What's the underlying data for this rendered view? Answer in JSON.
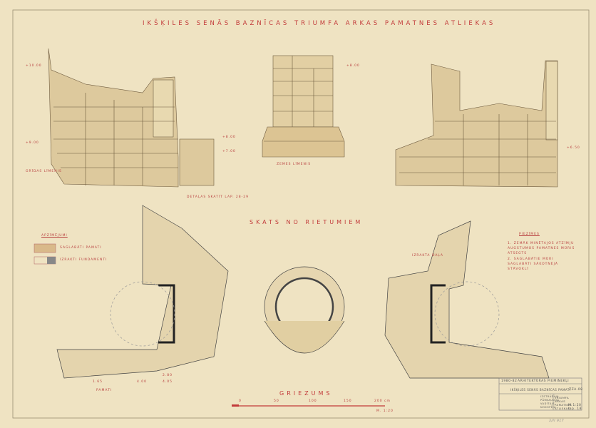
{
  "title": "IKŠĶILES SENĀS BAZNĪCAS TRIUMFA ARKAS PAMATNES ATLIEKAS",
  "view_label": "SKATS NO RIETUMIEM",
  "section_label": "GRIEZUMS",
  "legend": {
    "title": "APZĪMĒJUMI",
    "items": [
      "SAGLABĀTI PAMATI",
      "IZRAKTI FUNDAMENTI"
    ]
  },
  "notes": {
    "title": "PIEZĪMES",
    "items": [
      "1. ZEMĀK MINĒTAJOS ATZĪMJU AUGSTUMOS PAMATNES MŪRIS ATSEGTS",
      "2. SAGLABĀTIE MŪRI SAGLABĀTI SĀKOTNĒJĀ STĀVOKLĪ"
    ]
  },
  "annotations": {
    "elevation_marks": [
      "+10.00",
      "+9.00",
      "+8.00",
      "+8.00",
      "+7.00",
      "+6.50"
    ],
    "left_note": "GRĪDAS LĪMENIS",
    "center_note": "ZEMES LĪMENIS",
    "bottom_note": "DETAĻAS SKATĪT LAP. 28-29",
    "dimensions": [
      "1.65",
      "4.00",
      "2.80",
      "4.05"
    ],
    "section_note": "PAMATI",
    "right_note": "IZRAKTA DAĻA"
  },
  "scale": {
    "ticks": [
      "0",
      "50",
      "100",
      "150",
      "200 cm"
    ],
    "ratio": "M. 1:20"
  },
  "title_block": {
    "date": "1980-82",
    "org": "ARHITEKTŪRAS PIEMINEKĻI",
    "object": "IKŠĶILES SENĀS BAZNĪCAS PAMATI",
    "code": "ZZA-08",
    "roles": [
      "IZSTRĀDĀJA",
      "PĀRBAUDĪJA",
      "VADĪTĀJS",
      "NOKOPĒJA"
    ],
    "sheet_title": "TRIUMFA ARKAS PAMATNES ATLIEKAS",
    "scale": "M 1:20",
    "sheet_no": "lap. 18"
  },
  "archive_no": "3/II 917",
  "colors": {
    "paper": "#efe3c2",
    "ink_red": "#c23a3a",
    "stone": "#d9c59a"
  }
}
